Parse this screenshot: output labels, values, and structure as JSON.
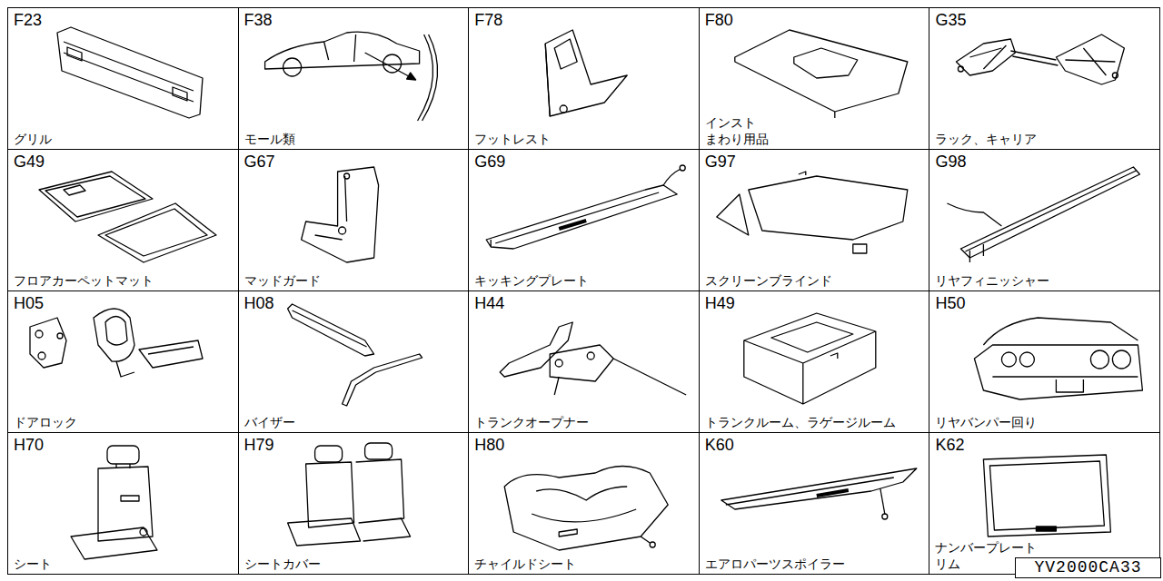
{
  "diagram": {
    "nodes": [
      {
        "text": [
          "F23",
          "グリル"
        ]
      },
      {
        "text": [
          "F38",
          "モール類"
        ]
      },
      {
        "text": [
          "F78",
          "フットレスト"
        ]
      },
      {
        "text": [
          "F80",
          "インスト まわり用品"
        ]
      },
      {
        "text": [
          "G35",
          "ラック、キャリア"
        ]
      },
      {
        "text": [
          "G49",
          "フロアカーペットマット"
        ]
      },
      {
        "text": [
          "G67",
          "マッドガード"
        ]
      },
      {
        "text": [
          "G69",
          "キッキングプレート"
        ]
      },
      {
        "text": [
          "G97",
          "スクリーンブラインド"
        ]
      },
      {
        "text": [
          "G98",
          "リヤフィニッシャー"
        ]
      },
      {
        "text": [
          "H05",
          "ドアロック"
        ]
      },
      {
        "text": [
          "H08",
          "バイザー"
        ]
      },
      {
        "text": [
          "H44",
          "トランクオープナー"
        ]
      },
      {
        "text": [
          "H49",
          "トランクルーム、ラゲージルーム"
        ]
      },
      {
        "text": [
          "H50",
          "リヤバンパー回り"
        ]
      },
      {
        "text": [
          "H70",
          "シート"
        ]
      },
      {
        "text": [
          "H79",
          "シートカバー"
        ]
      },
      {
        "text": [
          "H80",
          "チャイルドシート"
        ]
      },
      {
        "text": [
          "K60",
          "エアロパーツスポイラー"
        ]
      },
      {
        "text": [
          "K62",
          "ナンバープレート リム"
        ]
      },
      {
        "text": [
          "YV2000CA33"
        ]
      }
    ]
  }
}
